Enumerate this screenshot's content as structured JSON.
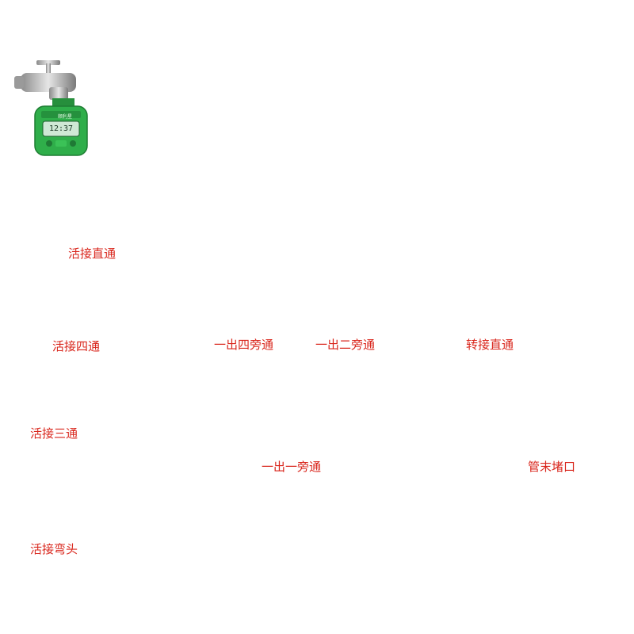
{
  "timer": {
    "brand": "顺利星",
    "display": "12:37"
  },
  "labels": {
    "straight_coupler": "活接直通",
    "cross_coupler": "活接四通",
    "four_way": "一出四旁通",
    "two_way": "一出二旁通",
    "adapter_straight": "转接直通",
    "tee_coupler": "活接三通",
    "one_way": "一出一旁通",
    "end_plug": "管末堵口",
    "elbow_coupler": "活接弯头"
  },
  "colors": {
    "pipe": "#1c1c1c",
    "nozzle_orange": "#e8731d",
    "timer_green": "#2fae4a",
    "label_red": "#d9261c",
    "mist_blue": "#bfe4f7",
    "hedge_green": "#3f7d2c",
    "flower_pink": "#e05a8a"
  }
}
